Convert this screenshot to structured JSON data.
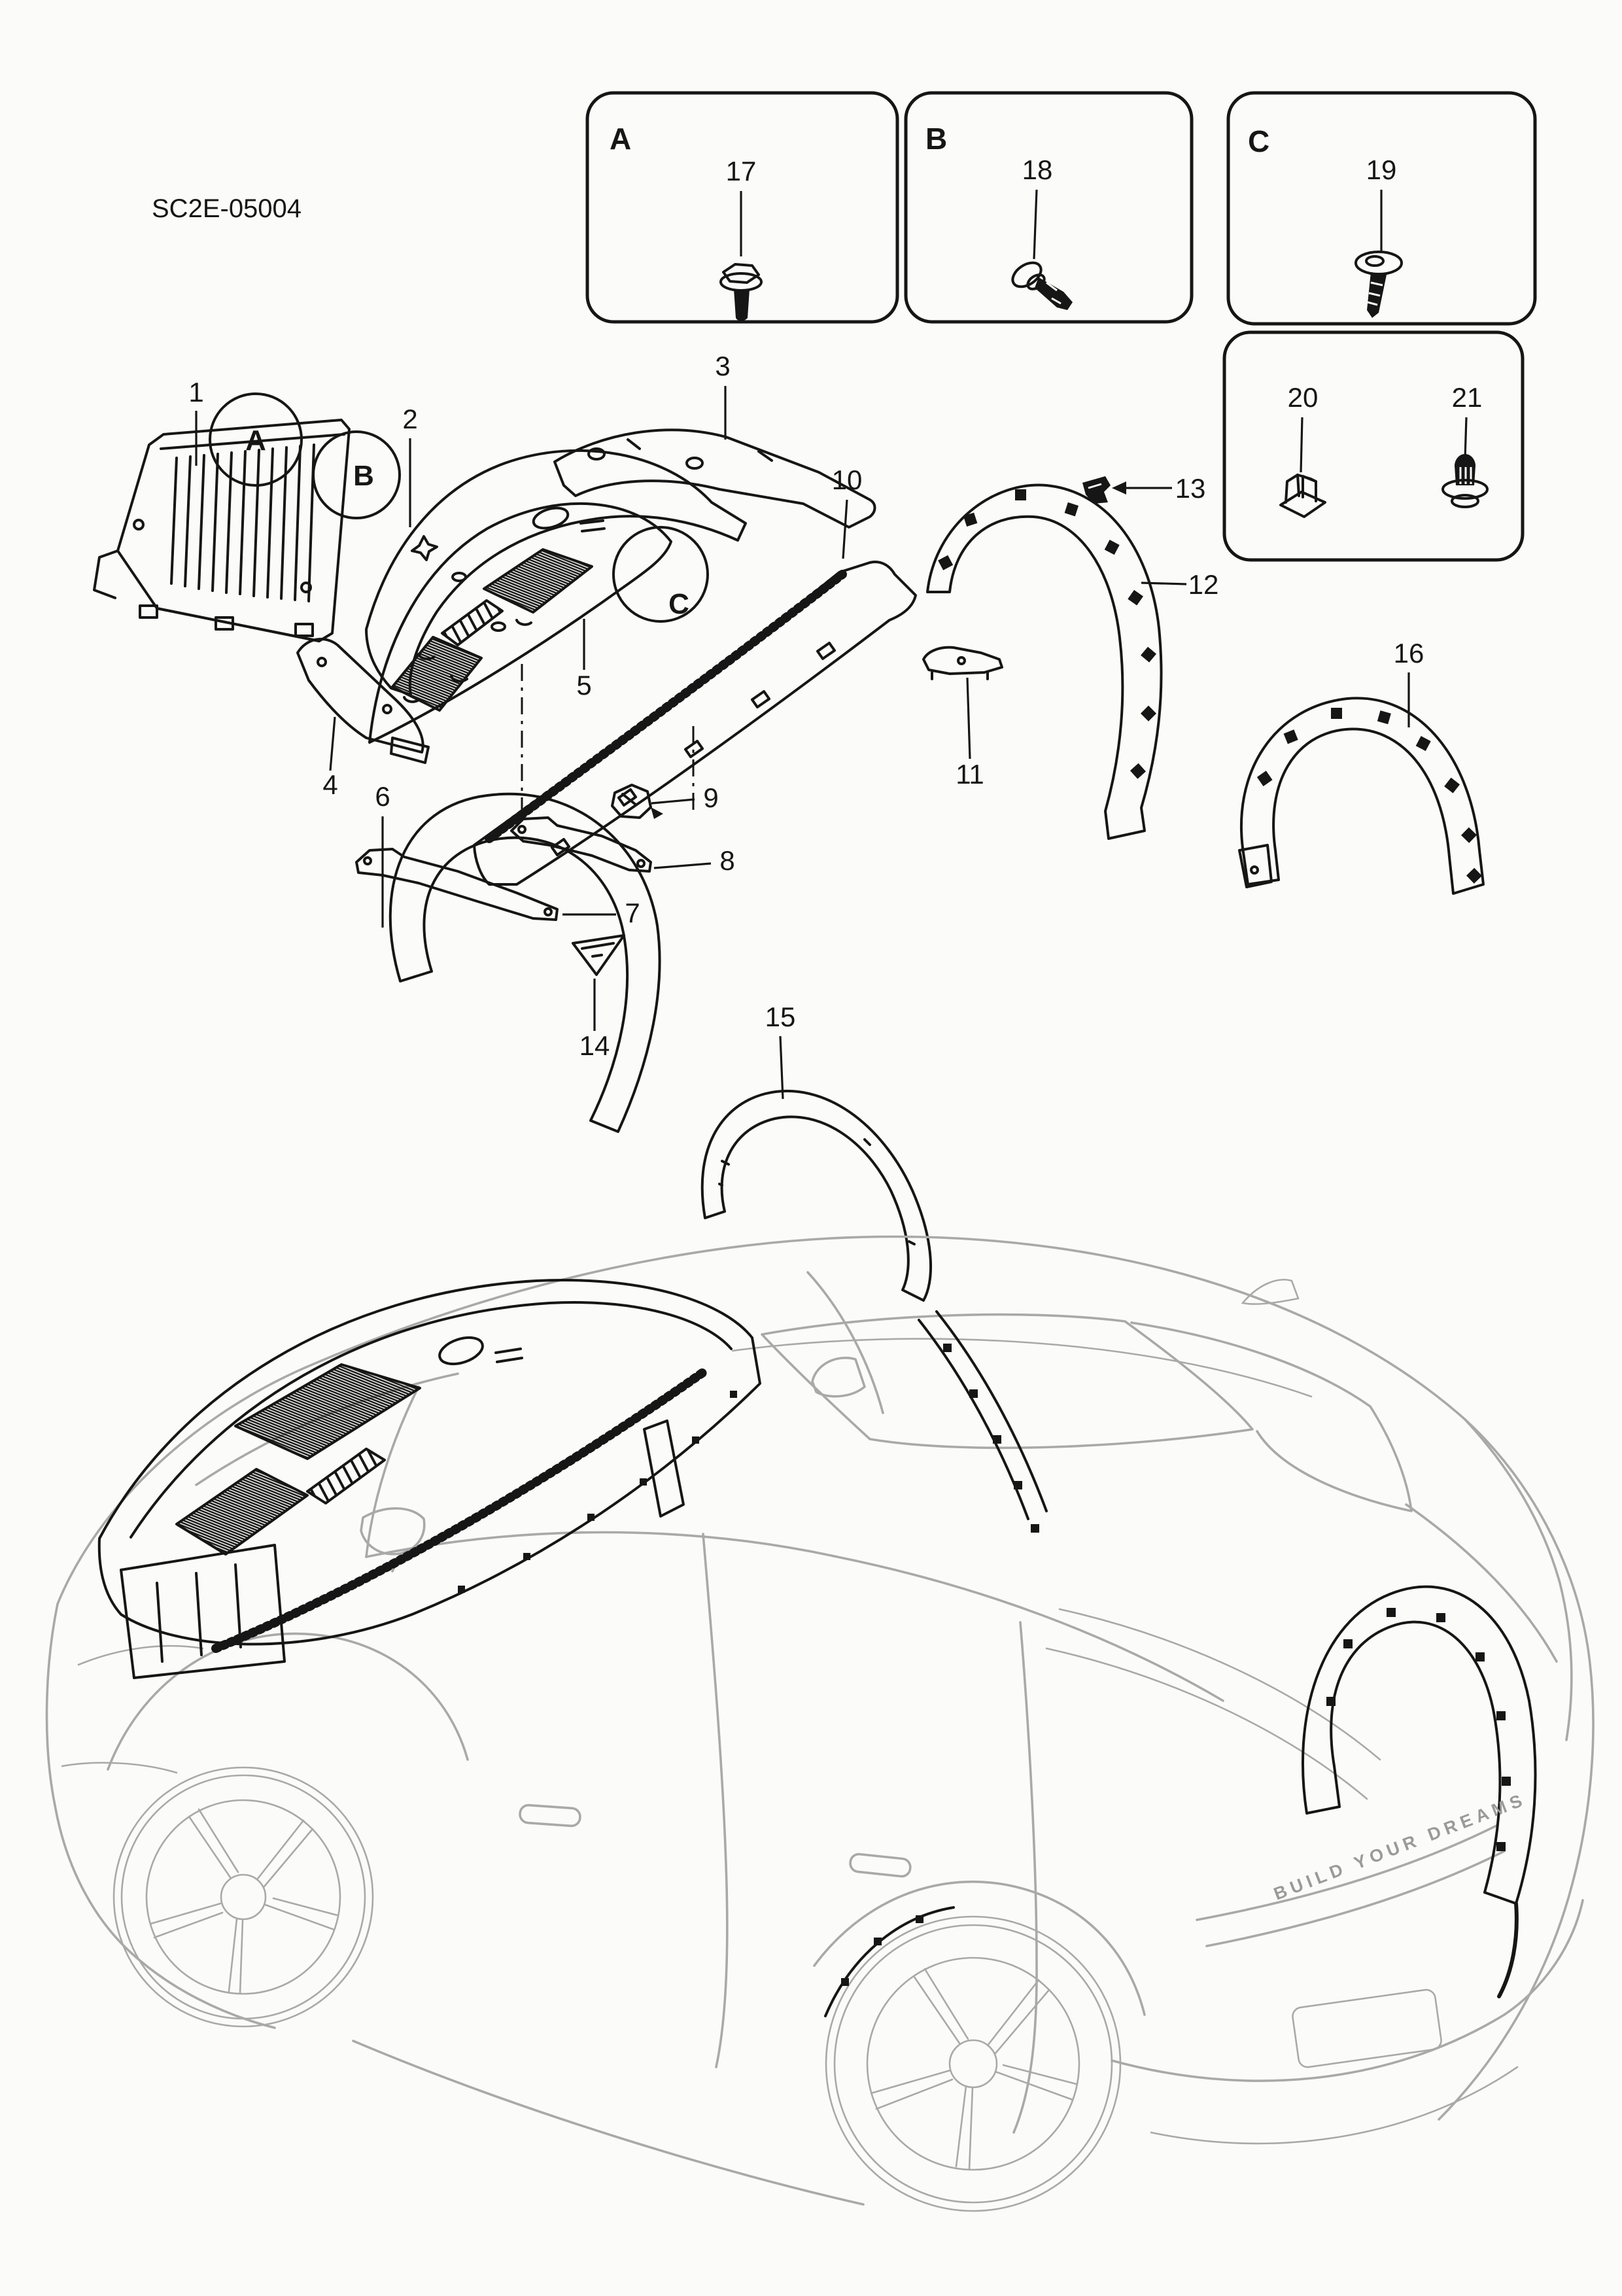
{
  "page": {
    "code": "SC2E-05004"
  },
  "palette": {
    "ink": "#161616",
    "car_line": "#a9a9a9",
    "background": "#fbfbf9"
  },
  "detail_boxes": {
    "a": {
      "letter": "A",
      "item": {
        "number": "17",
        "icon": "flange-bolt-icon"
      }
    },
    "b": {
      "letter": "B",
      "item": {
        "number": "18",
        "icon": "push-pin-clip-icon"
      }
    },
    "c": {
      "letter": "C",
      "item": {
        "number": "19",
        "icon": "rivet-clip-icon"
      }
    },
    "d": {
      "items": [
        {
          "number": "20",
          "icon": "cage-clip-icon"
        },
        {
          "number": "21",
          "icon": "mushroom-clip-icon"
        }
      ]
    }
  },
  "section_circles": {
    "a": "A",
    "b": "B",
    "c": "C"
  },
  "callouts": [
    {
      "number": "1"
    },
    {
      "number": "2"
    },
    {
      "number": "3"
    },
    {
      "number": "4"
    },
    {
      "number": "5"
    },
    {
      "number": "6"
    },
    {
      "number": "7"
    },
    {
      "number": "8"
    },
    {
      "number": "9"
    },
    {
      "number": "10"
    },
    {
      "number": "11"
    },
    {
      "number": "12"
    },
    {
      "number": "13"
    },
    {
      "number": "14"
    },
    {
      "number": "15"
    },
    {
      "number": "16"
    }
  ],
  "branding": {
    "tailgate_text": "BUILD YOUR DREAMS"
  }
}
